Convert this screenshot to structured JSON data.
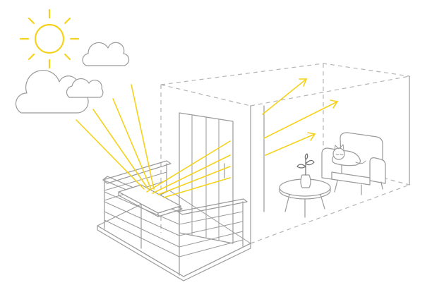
{
  "illustration": {
    "colors": {
      "accent": "#f5d21c",
      "line": "#9a9a9a",
      "dash": "#b4b4b4",
      "plant": "#6e6e6e"
    },
    "elements": [
      "sun-icon",
      "cloud-icon",
      "balcony-railing",
      "solar-reflector-panel",
      "glass-door",
      "room-outline",
      "light-ray-arrows",
      "armchair-icon",
      "cat-icon",
      "side-table-icon",
      "plant-vase-icon"
    ]
  }
}
